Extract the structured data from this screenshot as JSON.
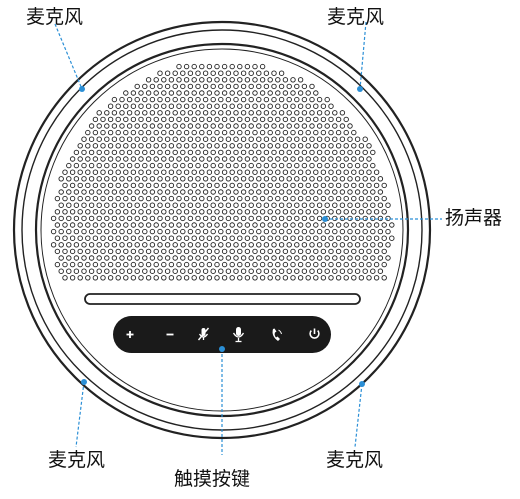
{
  "labels": {
    "mic_top_left": "麦克风",
    "mic_top_right": "麦克风",
    "mic_bottom_left": "麦克风",
    "mic_bottom_right": "麦克风",
    "speaker": "扬声器",
    "touch_keys": "触摸按键"
  },
  "buttons": [
    {
      "icon": "plus-icon",
      "glyph": "+"
    },
    {
      "icon": "minus-icon",
      "glyph": "–"
    },
    {
      "icon": "mute-icon",
      "glyph": ""
    },
    {
      "icon": "microphone-icon",
      "glyph": ""
    },
    {
      "icon": "phone-icon",
      "glyph": ""
    },
    {
      "icon": "power-icon",
      "glyph": ""
    }
  ],
  "colors": {
    "line": "#2b8fd6",
    "body": "#222222",
    "panel": "#1a1a1a",
    "text": "#111111"
  }
}
